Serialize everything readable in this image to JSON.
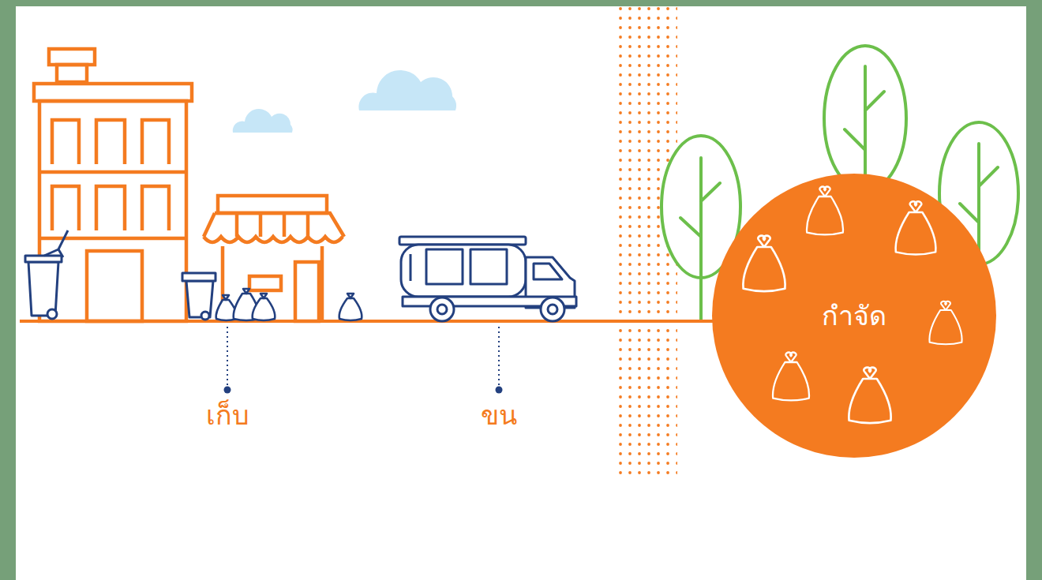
{
  "diagram": {
    "nodes": [
      {
        "text": [
          "กำจัด"
        ]
      }
    ],
    "labels": [
      "เก็บ",
      "ขน"
    ]
  }
}
